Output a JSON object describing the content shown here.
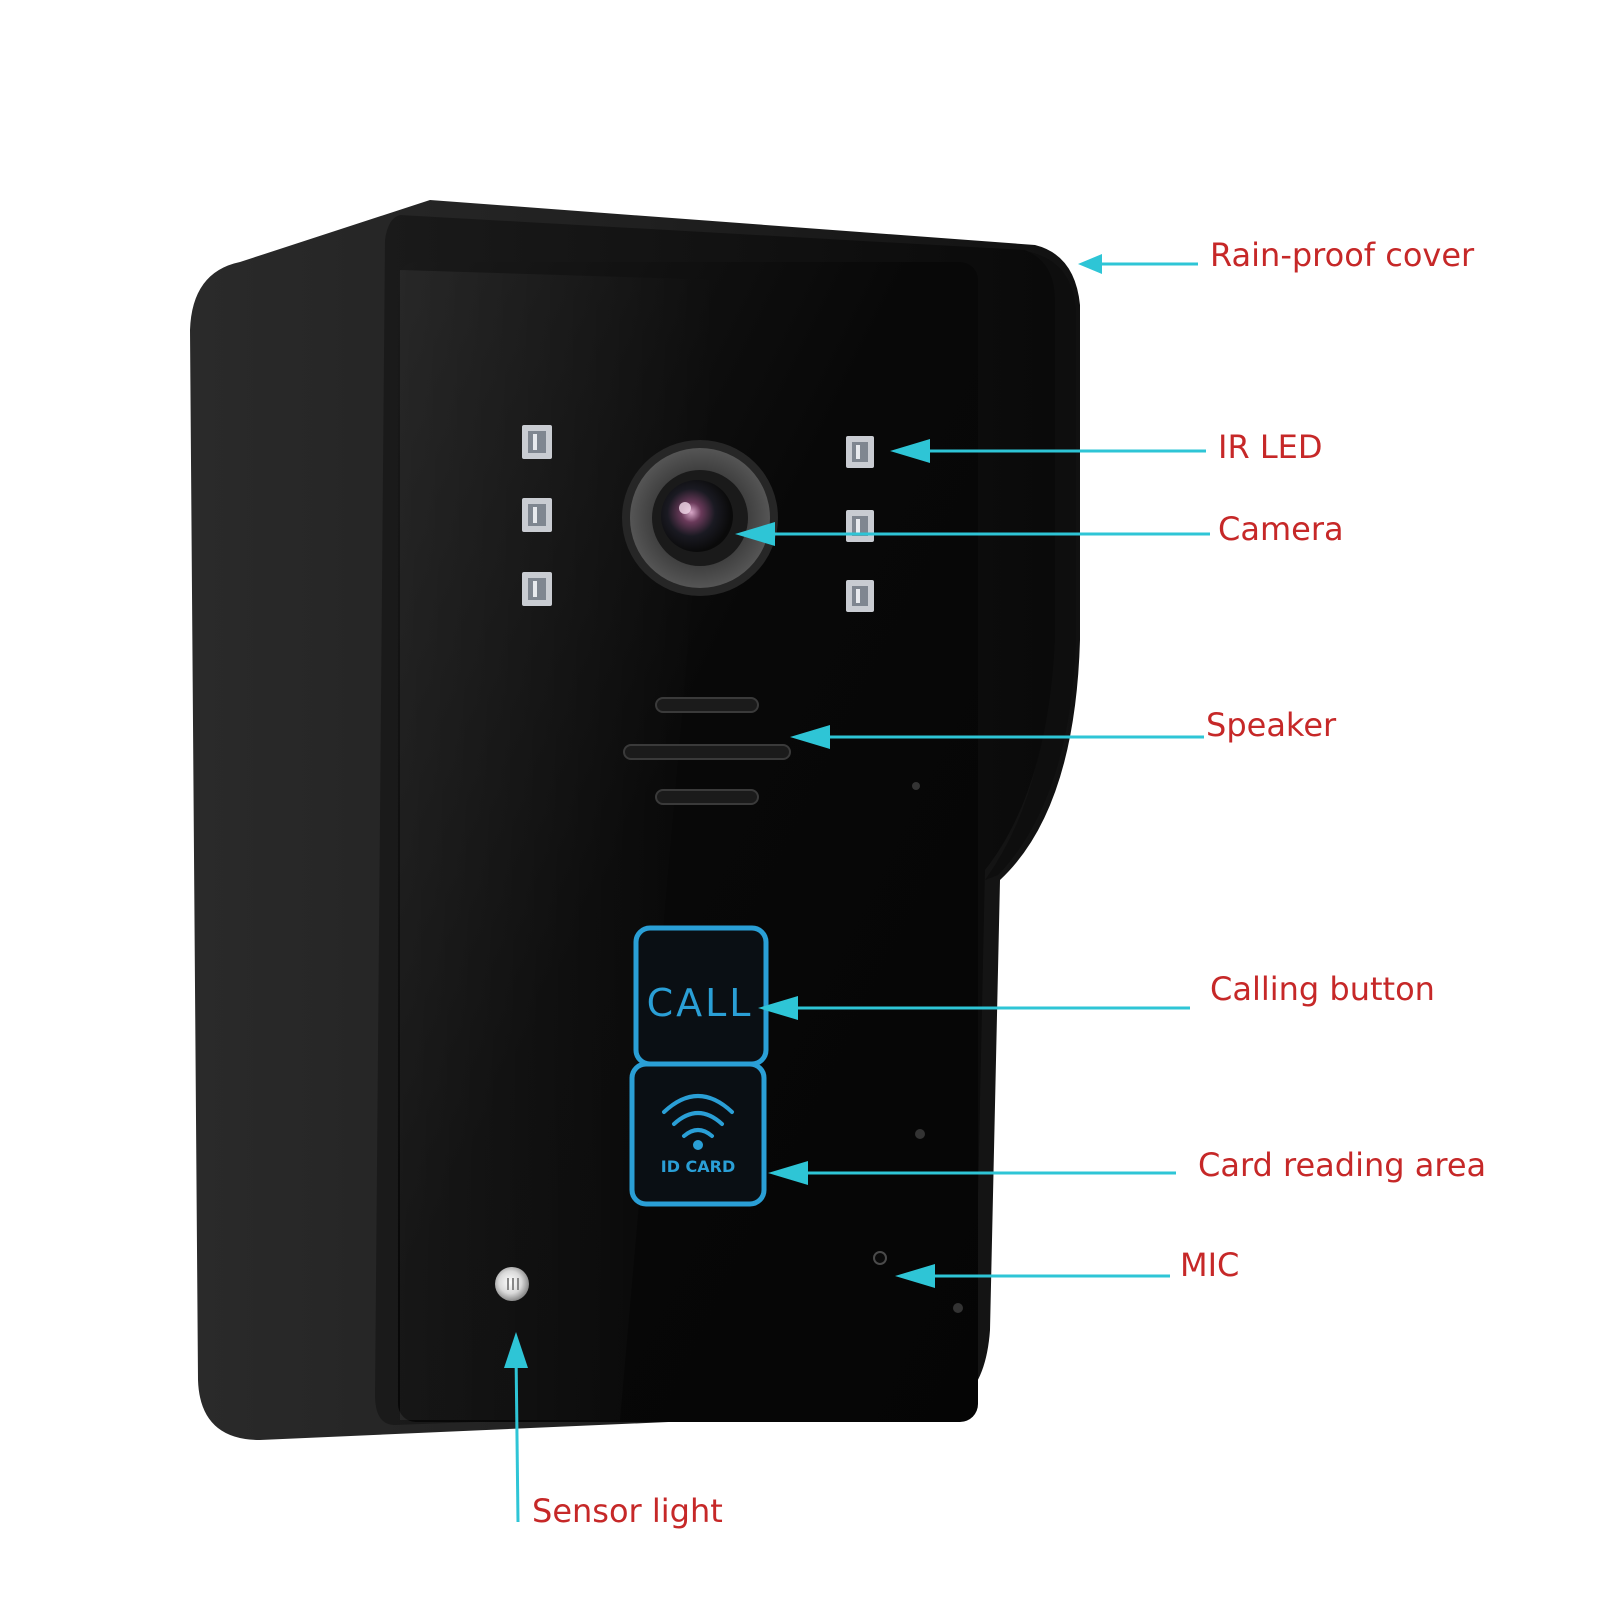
{
  "colors": {
    "background": "#ffffff",
    "label_text": "#c62828",
    "leader_line": "#2ec5d6",
    "button_glow": "#2a9fd6",
    "housing": "#1f1f1f",
    "front_panel": "#0c0c0c"
  },
  "device": {
    "call_button_text": "CALL",
    "card_area_text": "ID CARD",
    "icons": [
      "ir-led-icon",
      "camera-lens-icon",
      "speaker-grille-icon",
      "wireless-signal-icon",
      "mic-hole-icon",
      "sensor-light-icon"
    ]
  },
  "callouts": {
    "rain_cover": "Rain-proof cover",
    "ir_led": "IR LED",
    "camera": "Camera",
    "speaker": "Speaker",
    "calling_button": "Calling button",
    "card_reading": "Card reading area",
    "mic": "MIC",
    "sensor_light": "Sensor light"
  }
}
